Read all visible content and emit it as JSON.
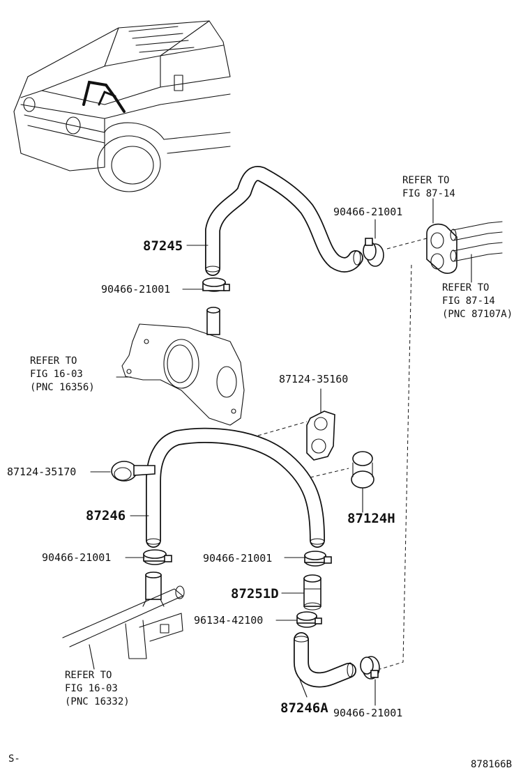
{
  "labels": {
    "hose_upper": "87245",
    "clamp_upper_left": "90466-21001",
    "clamp_upper_right": "90466-21001",
    "refer_fig8714_top_l1": "REFER TO",
    "refer_fig8714_top_l2": "FIG 87-14",
    "refer_fig8714_right_l1": "REFER TO",
    "refer_fig8714_right_l2": "FIG 87-14",
    "refer_fig8714_right_l3": "(PNC 87107A)",
    "refer_fig1603_upper_l1": "REFER TO",
    "refer_fig1603_upper_l2": "FIG 16-03",
    "refer_fig1603_upper_l3": "(PNC 16356)",
    "clamp_holder_35160": "87124-35160",
    "clamp_35170": "87124-35170",
    "clamp_h": "87124H",
    "hose_middle": "87246",
    "clamp_mid_left": "90466-21001",
    "clamp_mid_right": "90466-21001",
    "pipe_d": "87251D",
    "clamp_96134": "96134-42100",
    "refer_fig1603_lower_l1": "REFER TO",
    "refer_fig1603_lower_l2": "FIG 16-03",
    "refer_fig1603_lower_l3": "(PNC 16332)",
    "hose_lower": "87246A",
    "clamp_lower_right": "90466-21001",
    "corner_left": "S-",
    "figure_code": "878166B"
  }
}
